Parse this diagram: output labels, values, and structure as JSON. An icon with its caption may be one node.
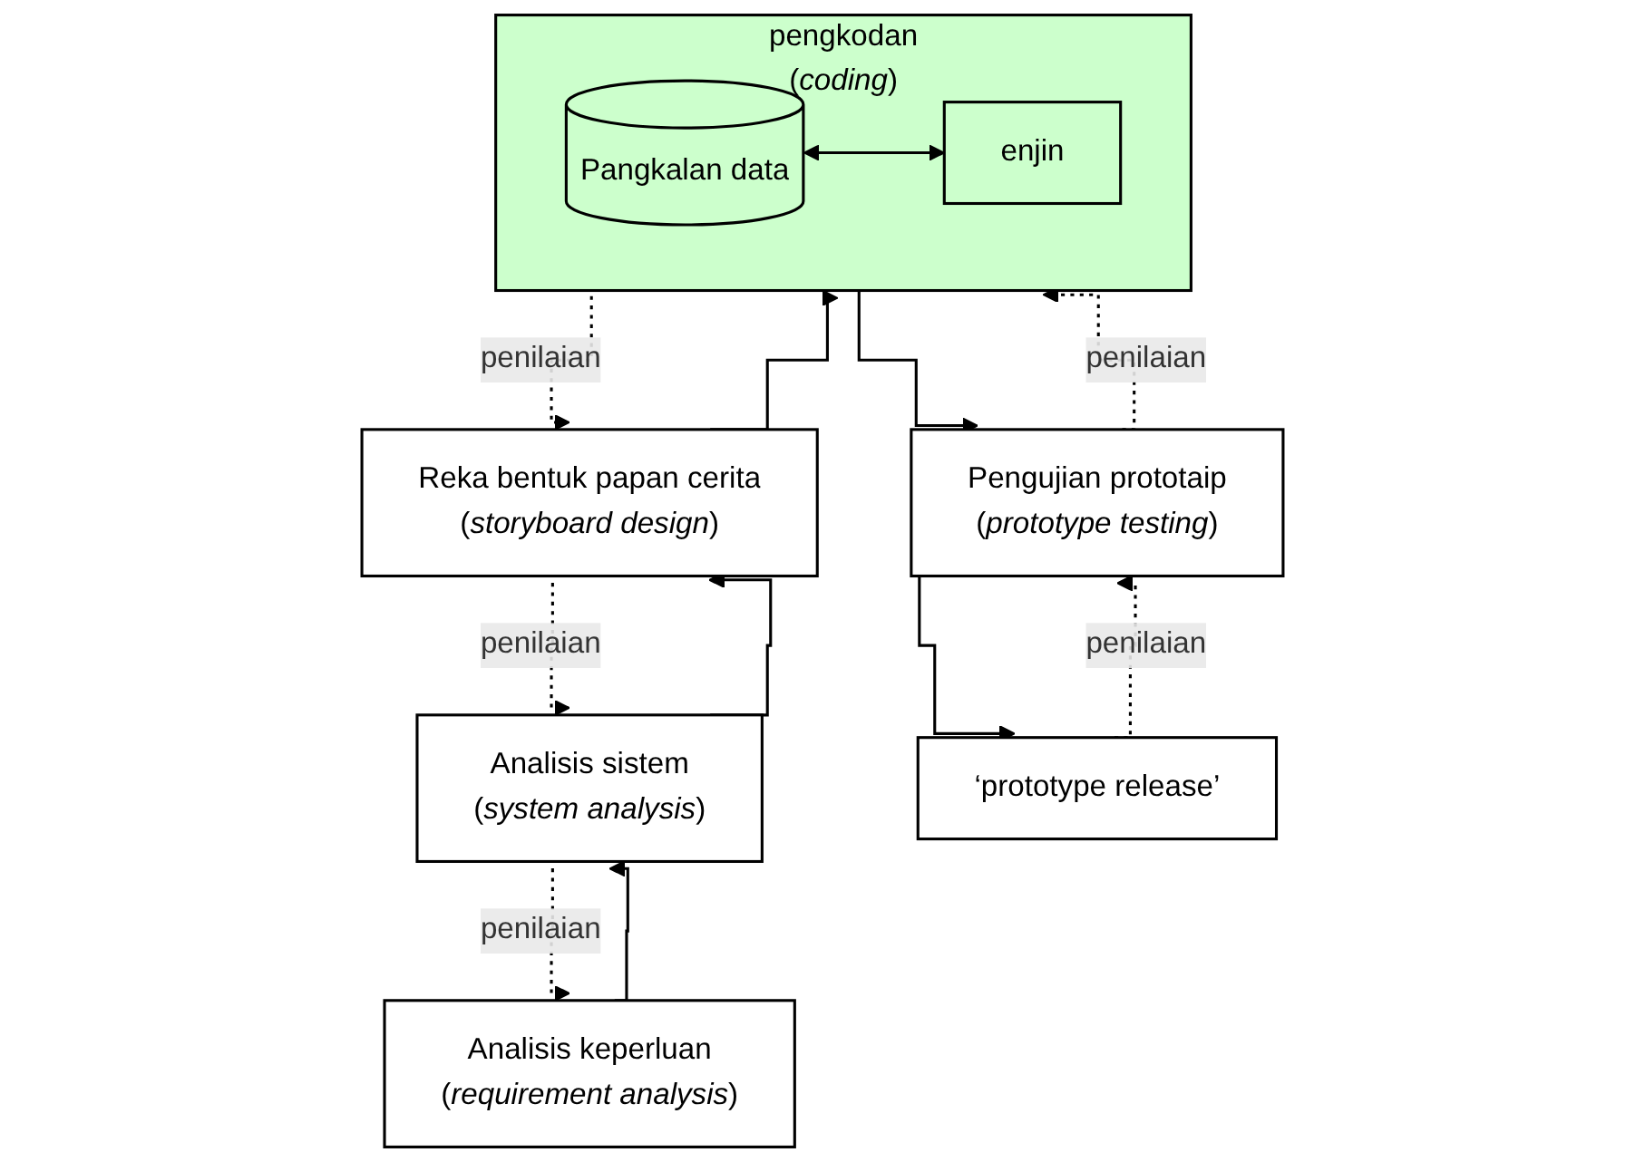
{
  "diagram": {
    "nodes": [
      {
        "text": [
          "Analisis keperluan",
          "(*requirement analysis*)"
        ]
      },
      {
        "text": [
          "Analisis sistem",
          "(*system analysis*)"
        ]
      },
      {
        "text": [
          "Reka bentuk papan cerita",
          "(*storyboard design*)"
        ]
      },
      {
        "text": [
          "pengkodan",
          "(*coding*)"
        ]
      },
      {
        "text": [
          "Pangkalan data"
        ],
        "in": 3
      },
      {
        "text": [
          "enjin"
        ],
        "in": 3
      },
      {
        "text": [
          "Pengujian prototaip",
          "(*prototype testing*)"
        ]
      },
      {
        "text": [
          "‘prototype release’"
        ]
      }
    ],
    "edges": [
      {
        "from": 0,
        "to": 1,
        "arrow": "to"
      },
      {
        "from": 1,
        "to": 2,
        "arrow": "to"
      },
      {
        "from": 2,
        "to": 3,
        "arrow": "to"
      },
      {
        "from": 3,
        "to": 6,
        "arrow": "to"
      },
      {
        "from": 6,
        "to": 7,
        "arrow": "to"
      },
      {
        "from": 4,
        "to": 5,
        "arrow": "both"
      },
      {
        "from": 1,
        "to": 0,
        "arrow": "to",
        "label": "penilaian",
        "style": "dashed"
      },
      {
        "from": 2,
        "to": 1,
        "arrow": "to",
        "label": "penilaian",
        "style": "dashed"
      },
      {
        "from": 3,
        "to": 2,
        "arrow": "to",
        "label": "penilaian",
        "style": "dashed"
      },
      {
        "from": 6,
        "to": 3,
        "arrow": "to",
        "label": "penilaian",
        "style": "dashed"
      },
      {
        "from": 7,
        "to": 6,
        "arrow": "to",
        "label": "penilaian",
        "style": "dashed"
      }
    ]
  }
}
